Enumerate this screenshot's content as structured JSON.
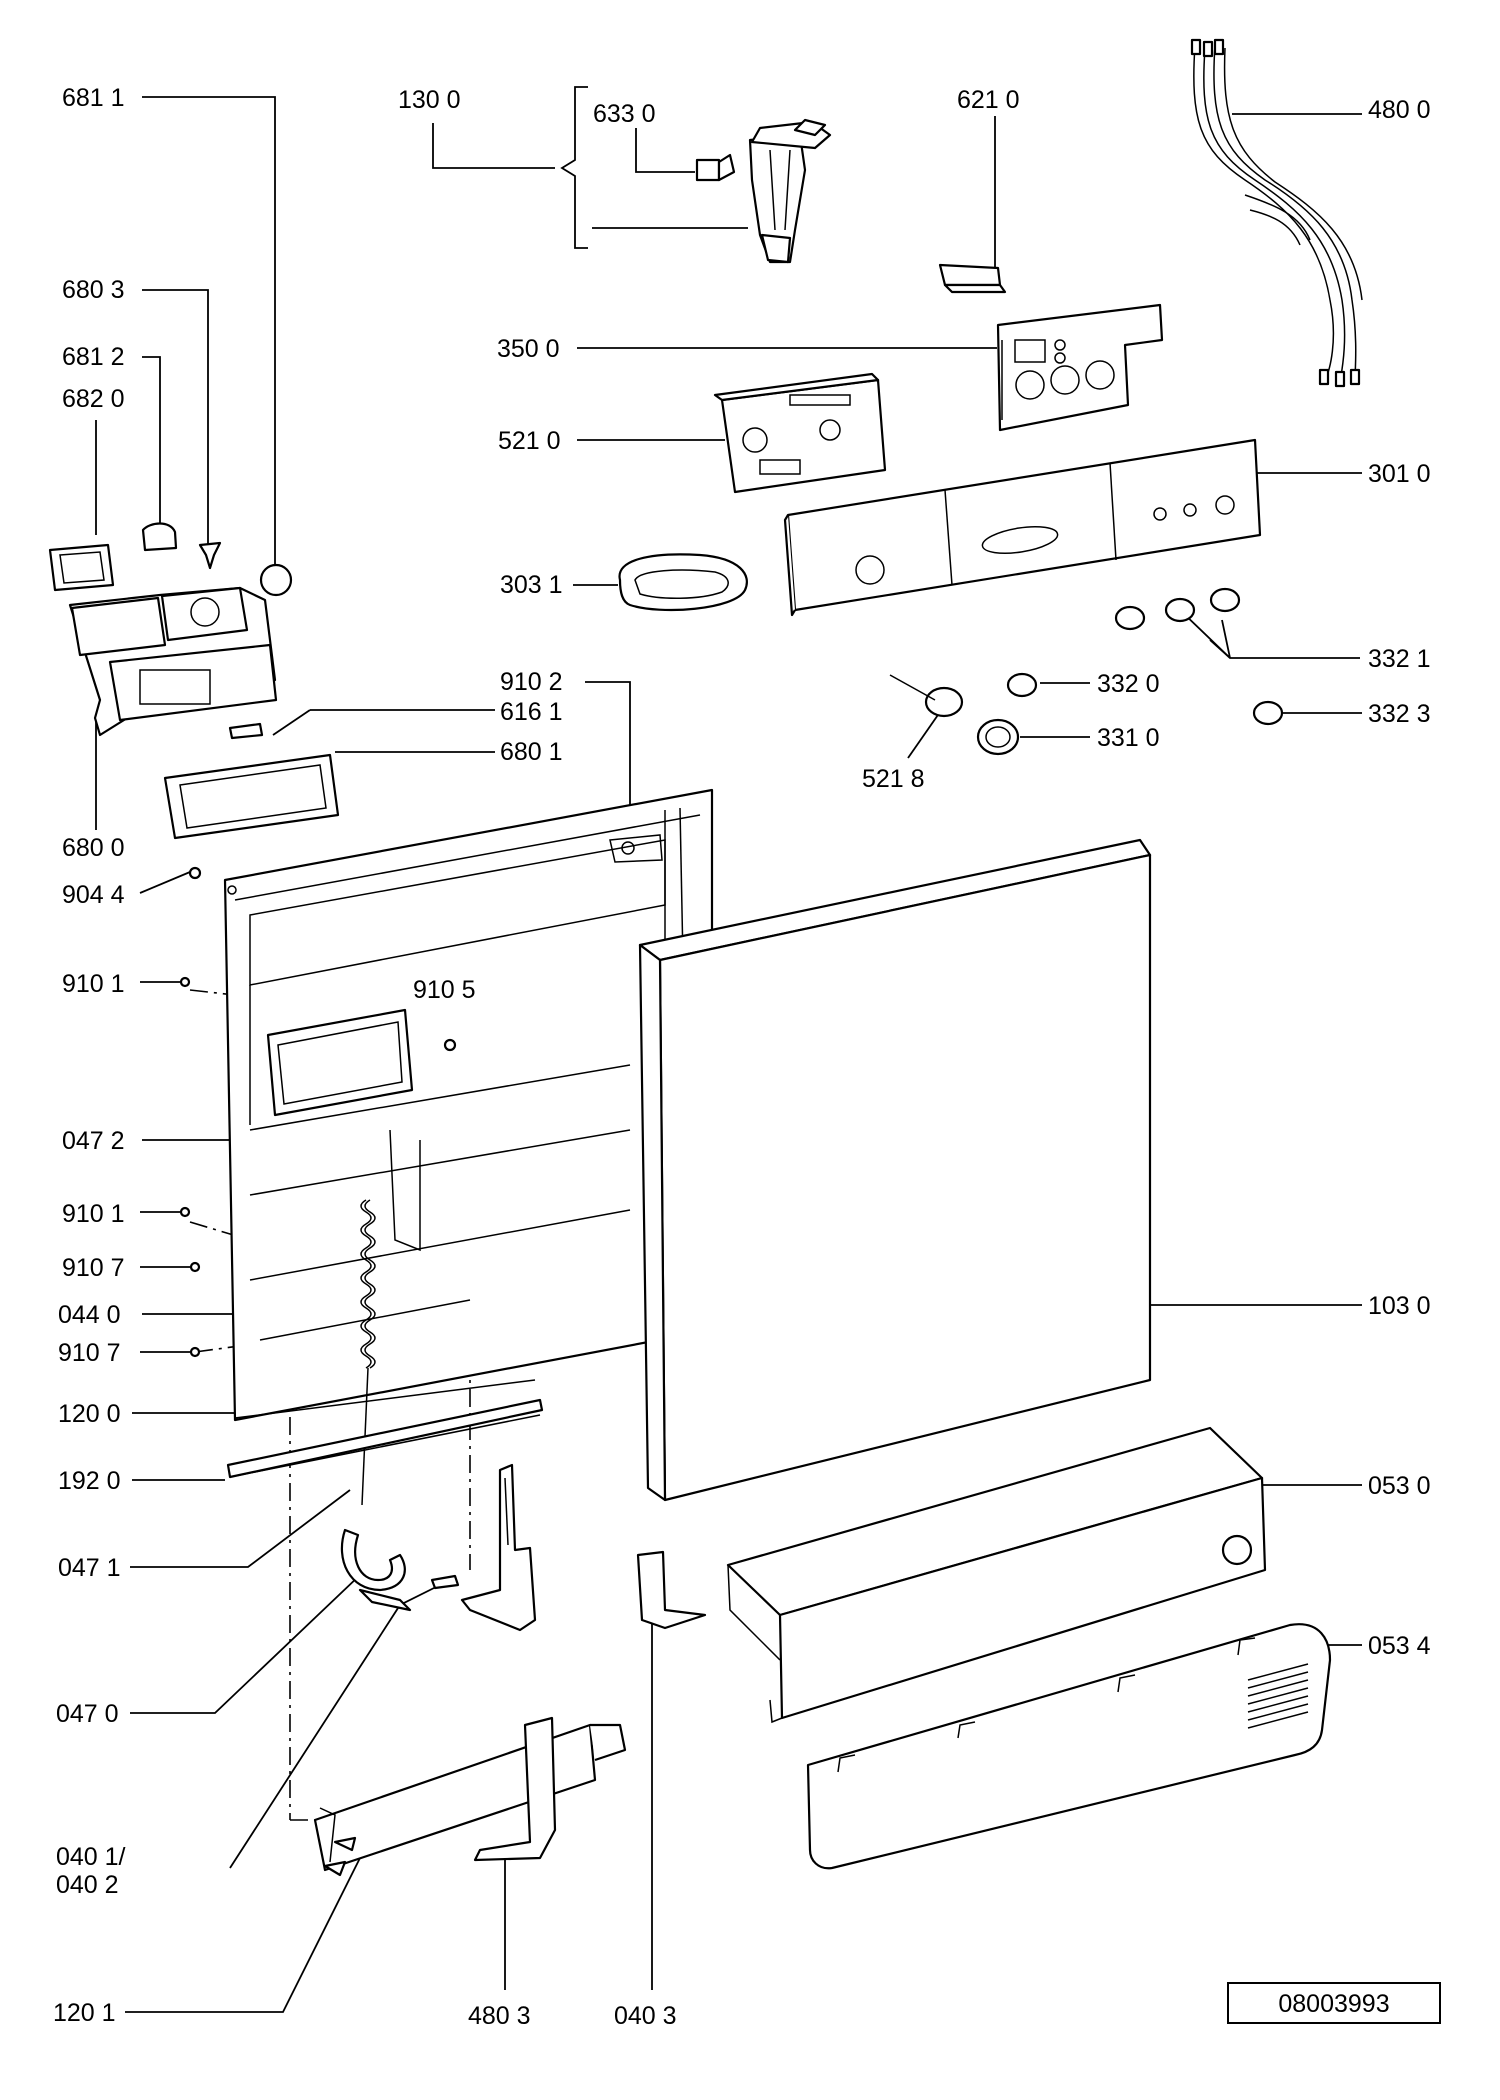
{
  "diagram": {
    "drawing_number": "08003993",
    "callouts": {
      "c6811a": "681 1",
      "c1300": "130 0",
      "c6330": "633 0",
      "c6210": "621 0",
      "c4800": "480 0",
      "c6803": "680 3",
      "c6812": "681 2",
      "c6820": "682 0",
      "c3500": "350 0",
      "c5210": "521 0",
      "c3010": "301 0",
      "c3031": "303 1",
      "c3321": "332 1",
      "c9102": "910 2",
      "c6161": "616 1",
      "c3320": "332 0",
      "c3323": "332 3",
      "c6801": "680 1",
      "c3310": "331 0",
      "c5218": "521 8",
      "c6800": "680 0",
      "c9044": "904 4",
      "c9101a": "910 1",
      "c9105": "910 5",
      "c0472": "047 2",
      "c9101b": "910 1",
      "c9107a": "910 7",
      "c0440": "044 0",
      "c9107b": "910 7",
      "c1030": "103 0",
      "c1200": "120 0",
      "c1920": "192 0",
      "c0530": "053 0",
      "c0471": "047 1",
      "c0534": "053 4",
      "c0470": "047 0",
      "c0401": "040 1/",
      "c0402": "040 2",
      "c1201": "120 1",
      "c4803": "480 3",
      "c0403": "040 3"
    }
  }
}
